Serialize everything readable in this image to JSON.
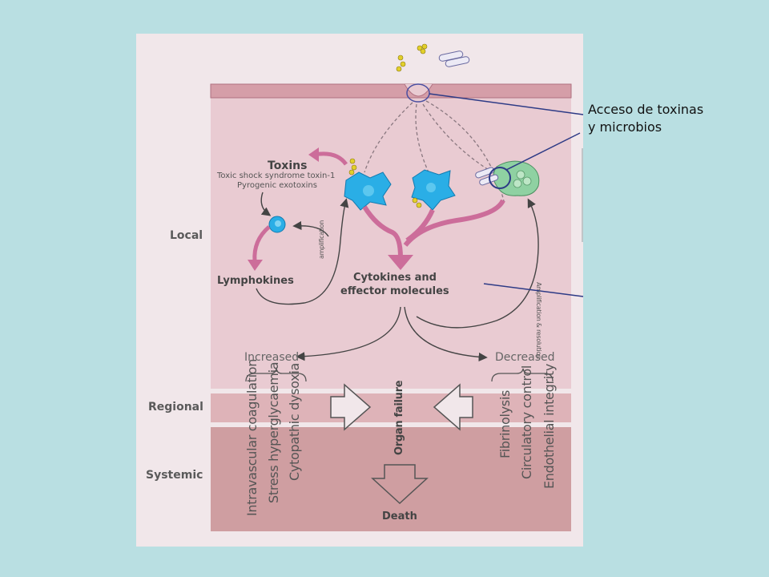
{
  "callout": {
    "line1": "Acceso de toxinas",
    "line2": "y microbios"
  },
  "diagram": {
    "toxins": {
      "title": "Toxins",
      "line1": "Toxic shock syndrome toxin-1",
      "line2": "Pyrogenic exotoxins"
    },
    "lymphokines": "Lymphokines",
    "amplification_small": "amplification",
    "amplification_resolution": "Amplification & resolution",
    "cytokines_line1": "Cytokines and",
    "cytokines_line2": "effector molecules",
    "increased": "Increased",
    "decreased": "Decreased",
    "zones": {
      "local": "Local",
      "regional": "Regional",
      "systemic": "Systemic"
    },
    "increased_items": [
      "Intravascular coagulation",
      "Stress hyperglycaemia",
      "Cytopathic dysoxia"
    ],
    "decreased_items": [
      "Fibrinolysis",
      "Circulatory control",
      "Endothelial integrity"
    ],
    "organ_failure": "Organ failure",
    "death": "Death"
  },
  "colors": {
    "background": "#b9dfe2",
    "panel": "#f1e7ea",
    "local_band": "#e9cbd2",
    "systemic_band": "#cf9ea1",
    "membrane": "#d59ea8",
    "arrow_pink": "#cc6d9a",
    "cell_blue": "#2aaee6",
    "callout_line": "#2e3b86"
  }
}
